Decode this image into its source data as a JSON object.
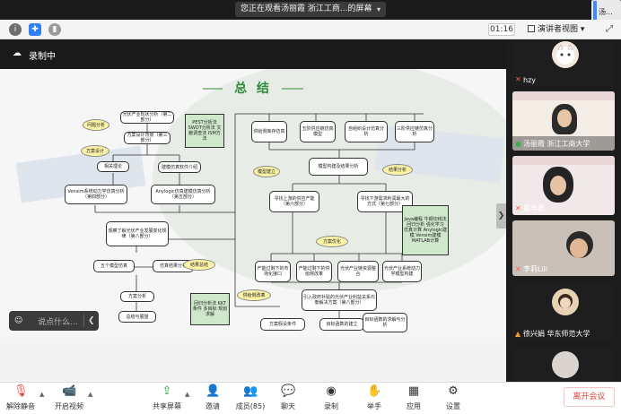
{
  "banner": {
    "text": "您正在观看汤丽霞 浙江工商...的屏幕"
  },
  "corner_user": {
    "text": "汤..."
  },
  "toolbar": {
    "timer": "01:16",
    "view_label": "演讲者视图"
  },
  "recording": {
    "label": "录制中"
  },
  "slide": {
    "title": "总 结",
    "nodes": [
      {
        "name": "industry-status",
        "text": "光伏产业现状分析（第二部分）"
      },
      {
        "name": "plan-design",
        "text": "方案设计背景（第三部分）"
      },
      {
        "name": "related-theory",
        "text": "相关理论"
      },
      {
        "name": "model-method",
        "text": "建模仿真软件介绍"
      },
      {
        "name": "vensim-sim",
        "text": "Vensim系统动力学仿真分析（第四部分）"
      },
      {
        "name": "anylogic-sim",
        "text": "Anylogic仿真建模仿真分析（第五部分）"
      },
      {
        "name": "system-model",
        "text": "供给侧库存仿真"
      },
      {
        "name": "module-chain",
        "text": "五阶供应链仿真模型"
      },
      {
        "name": "coop-model",
        "text": "自组织设计仿真分析"
      },
      {
        "name": "supply-eval",
        "text": "三阶供应链仿真分析"
      },
      {
        "name": "model-build",
        "text": "模型构建及结果分析"
      },
      {
        "name": "sync-upgrade",
        "text": "寻找上游的供应产能（第六部分）"
      },
      {
        "name": "downstream-max",
        "text": "寻找下游需求利润最大的方式（第七部分）"
      },
      {
        "name": "combine-solve",
        "text": "观察了解光伏产业发展变化规律（第八部分）"
      },
      {
        "name": "five-model",
        "text": "五个模型仿真"
      },
      {
        "name": "sim-result",
        "text": "仿真结果分析"
      },
      {
        "name": "plan-analysis",
        "text": "方案分析"
      },
      {
        "name": "summary-outlook",
        "text": "总结与展望"
      },
      {
        "name": "upstream-left",
        "text": "产能过剩下的市场化接口"
      },
      {
        "name": "upstream-mid",
        "text": "产能过剩下的供给侧改革"
      },
      {
        "name": "upstream-right",
        "text": "光伏产业链资源整合"
      },
      {
        "name": "model-right",
        "text": "光伏产业系统动力学模型构建"
      },
      {
        "name": "intro-solve",
        "text": "引入政府补贴的光伏产业利益关系均衡解决方案（第八部分）"
      },
      {
        "name": "plan-cond",
        "text": "方案假设条件"
      },
      {
        "name": "obj-func",
        "text": "目标函数的建立"
      },
      {
        "name": "result-func",
        "text": "目标函数的求解与分析"
      }
    ],
    "green_boxes": [
      {
        "name": "pest-box",
        "text": "PEST分析法 SWOT分析法 文献调查法 ISM方法"
      },
      {
        "name": "java-box",
        "text": "Java编程 牛顿切线法 回归分析 强化学习 仿真计算 Anylogic建模 Vensim建模 MATLAB计算"
      },
      {
        "name": "regression-box",
        "text": "回归分析法 KKT条件 多目标 规划求解"
      }
    ],
    "ovals": [
      {
        "name": "problem-oval",
        "text": "问题分析"
      },
      {
        "name": "plan-design-oval",
        "text": "方案设计"
      },
      {
        "name": "model-build-oval",
        "text": "模型建立"
      },
      {
        "name": "result-oval",
        "text": "结果分析"
      },
      {
        "name": "plan-opt-oval",
        "text": "方案优化"
      },
      {
        "name": "result-summary-oval",
        "text": "结果总结"
      },
      {
        "name": "dynamic-oval",
        "text": "供给侧改革"
      }
    ]
  },
  "chat": {
    "placeholder": "说点什么..."
  },
  "participants": [
    {
      "name": "hzy",
      "muted": true
    },
    {
      "name": "汤丽霞 浙江工商大学",
      "muted": false
    },
    {
      "name": "姚丰君",
      "muted": true
    },
    {
      "name": "李莉Lili",
      "muted": true
    },
    {
      "name": "徐兴娟 华东师范大学",
      "muted": false
    },
    {
      "name": "",
      "muted": true
    }
  ],
  "bottom": {
    "mute": "解除静音",
    "video": "开启视频",
    "share": "共享屏幕",
    "invite": "邀请",
    "members": "成员(85)",
    "chat": "聊天",
    "record": "录制",
    "raise": "举手",
    "apps": "应用",
    "settings": "设置",
    "leave": "离开会议"
  },
  "colors": {
    "accent_green": "#2e8b3a",
    "leave_red": "#e0433b",
    "mic_green": "#3fb04c"
  }
}
